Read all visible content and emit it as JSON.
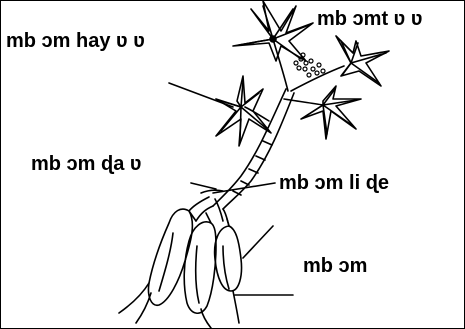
{
  "labels": {
    "leaves_left": "mb ɔm hay ʋ ʋ",
    "leaves_top": "mb ɔmt ʋ ʋ",
    "stem": "mb ɔm  ɖa ʋ",
    "lower_stem": "mb ɔm li ɖe",
    "tuber": "mb ɔm"
  },
  "colors": {
    "ink": "#000000",
    "background": "#ffffff"
  }
}
